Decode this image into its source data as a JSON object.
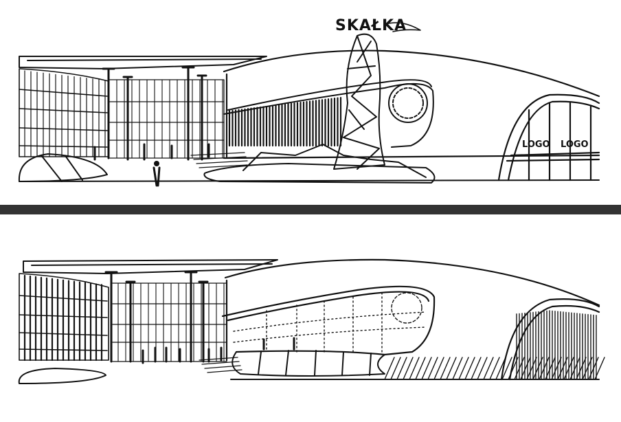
{
  "sketch_top": {
    "sign_text": "SKAŁKA",
    "facade_logos": [
      "LOGO",
      "LOGO"
    ]
  },
  "colors": {
    "ink": "#111111",
    "paper": "#ffffff",
    "divider": "#333333"
  }
}
